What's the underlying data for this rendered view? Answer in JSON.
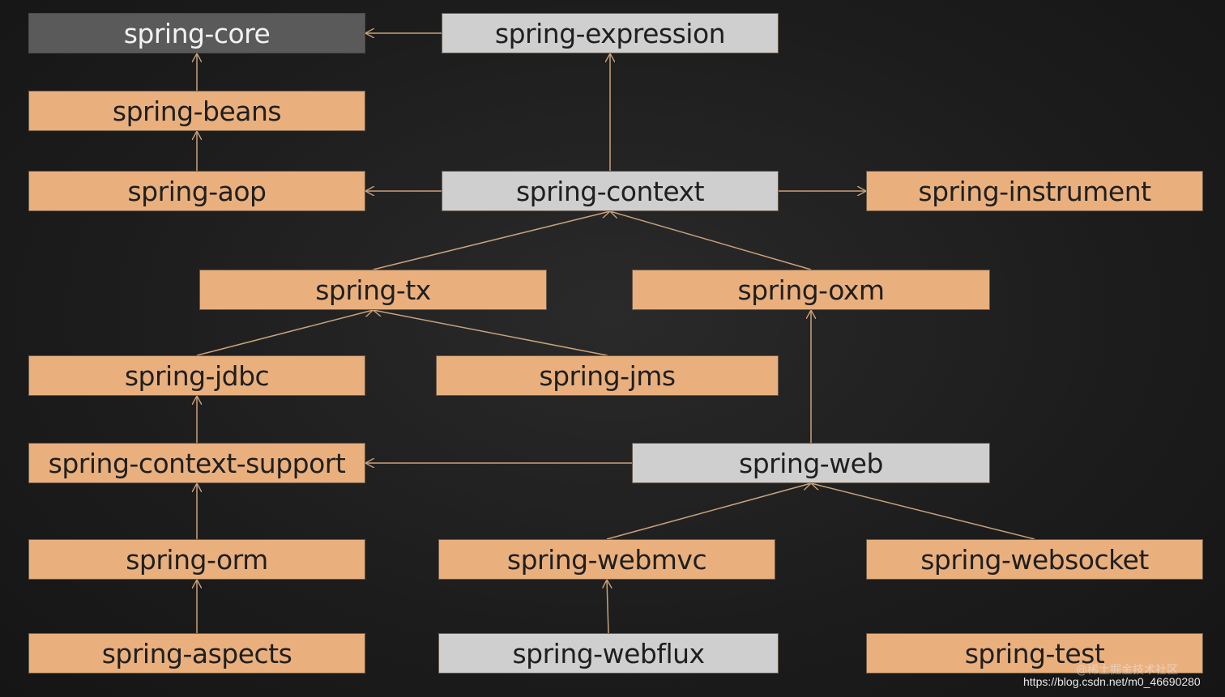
{
  "nodes": [
    {
      "id": "core",
      "label": "spring-core",
      "style": "dark"
    },
    {
      "id": "expression",
      "label": "spring-expression",
      "style": "gray"
    },
    {
      "id": "beans",
      "label": "spring-beans",
      "style": "orange"
    },
    {
      "id": "aop",
      "label": "spring-aop",
      "style": "orange"
    },
    {
      "id": "context",
      "label": "spring-context",
      "style": "gray"
    },
    {
      "id": "instrument",
      "label": "spring-instrument",
      "style": "orange"
    },
    {
      "id": "tx",
      "label": "spring-tx",
      "style": "orange"
    },
    {
      "id": "oxm",
      "label": "spring-oxm",
      "style": "orange"
    },
    {
      "id": "jdbc",
      "label": "spring-jdbc",
      "style": "orange"
    },
    {
      "id": "jms",
      "label": "spring-jms",
      "style": "orange"
    },
    {
      "id": "context_support",
      "label": "spring-context-support",
      "style": "orange"
    },
    {
      "id": "web",
      "label": "spring-web",
      "style": "gray"
    },
    {
      "id": "orm",
      "label": "spring-orm",
      "style": "orange"
    },
    {
      "id": "webmvc",
      "label": "spring-webmvc",
      "style": "orange"
    },
    {
      "id": "websocket",
      "label": "spring-websocket",
      "style": "orange"
    },
    {
      "id": "aspects",
      "label": "spring-aspects",
      "style": "orange"
    },
    {
      "id": "webflux",
      "label": "spring-webflux",
      "style": "gray"
    },
    {
      "id": "test",
      "label": "spring-test",
      "style": "orange"
    }
  ],
  "edges": [
    {
      "from": "expression",
      "to": "core"
    },
    {
      "from": "beans",
      "to": "core"
    },
    {
      "from": "aop",
      "to": "beans"
    },
    {
      "from": "context",
      "to": "expression"
    },
    {
      "from": "context",
      "to": "aop"
    },
    {
      "from": "context",
      "to": "instrument"
    },
    {
      "from": "tx",
      "to": "context"
    },
    {
      "from": "oxm",
      "to": "context"
    },
    {
      "from": "jdbc",
      "to": "tx"
    },
    {
      "from": "jms",
      "to": "tx"
    },
    {
      "from": "context_support",
      "to": "jdbc"
    },
    {
      "from": "web",
      "to": "oxm"
    },
    {
      "from": "web",
      "to": "context_support"
    },
    {
      "from": "orm",
      "to": "context_support"
    },
    {
      "from": "webmvc",
      "to": "web"
    },
    {
      "from": "websocket",
      "to": "web"
    },
    {
      "from": "aspects",
      "to": "orm"
    },
    {
      "from": "webflux",
      "to": "webmvc"
    }
  ],
  "watermark": {
    "community": "@稀土掘金技术社区",
    "url": "https://blog.csdn.net/m0_46690280"
  },
  "colors": {
    "orange": "#e9b07e",
    "gray": "#cfcfcf",
    "dark": "#5a5a5a",
    "arrow": "#c9a27c"
  }
}
